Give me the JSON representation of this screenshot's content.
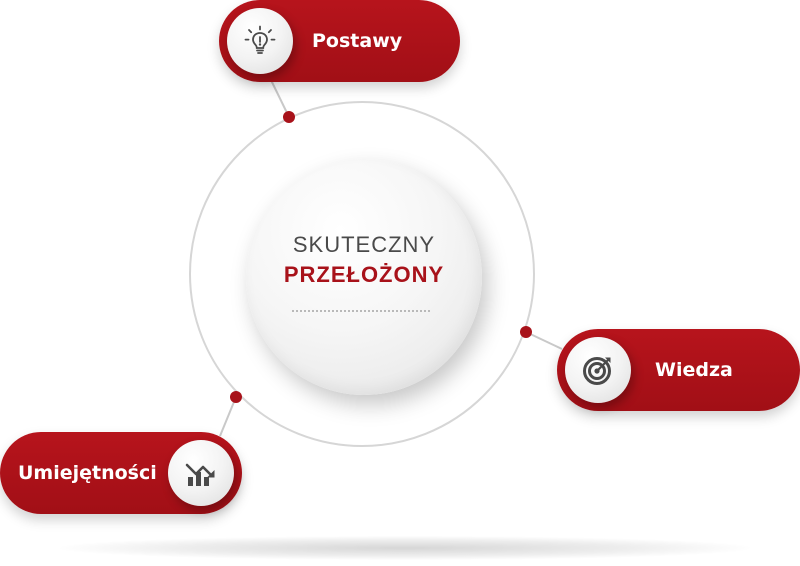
{
  "center": {
    "line1": "SKUTECZNY",
    "line2": "PRZEŁOŻONY"
  },
  "nodes": {
    "top": {
      "label": "Postawy",
      "icon": "lightbulb-icon"
    },
    "right": {
      "label": "Wiedza",
      "icon": "target-icon"
    },
    "left": {
      "label": "Umiejętności",
      "icon": "chart-trend-icon"
    }
  },
  "colors": {
    "accent": "#a8121a",
    "ring": "#d6d6d6",
    "icon": "#4a4a4a"
  }
}
